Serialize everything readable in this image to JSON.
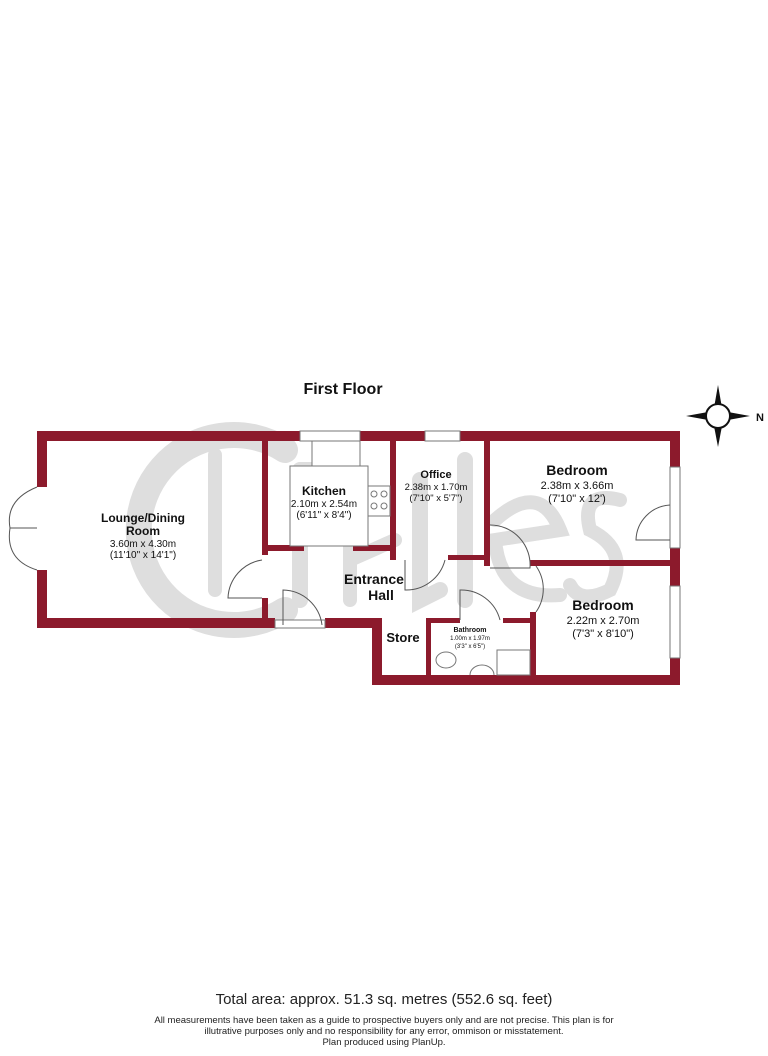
{
  "floor_title": "First Floor",
  "watermark": "Castles",
  "compass": {
    "label": "N",
    "icon": "compass-icon"
  },
  "rooms": {
    "lounge": {
      "name_line1": "Lounge/Dining",
      "name_line2": "Room",
      "metric": "3.60m x 4.30m",
      "imperial": "(11'10\" x 14'1\")"
    },
    "kitchen": {
      "name": "Kitchen",
      "metric": "2.10m x 2.54m",
      "imperial": "(6'11\" x 8'4\")"
    },
    "office": {
      "name": "Office",
      "metric": "2.38m x 1.70m",
      "imperial": "(7'10\" x 5'7\")"
    },
    "bedroom1": {
      "name": "Bedroom",
      "metric": "2.38m x 3.66m",
      "imperial": "(7'10\" x 12')"
    },
    "hall": {
      "name_line1": "Entrance",
      "name_line2": "Hall"
    },
    "store": {
      "name": "Store"
    },
    "bathroom": {
      "name": "Bathroom",
      "metric": "1.00m x 1.97m",
      "imperial": "(3'3\" x 6'5\")"
    },
    "bedroom2": {
      "name": "Bedroom",
      "metric": "2.22m x 2.70m",
      "imperial": "(7'3\" x 8'10\")"
    }
  },
  "colors": {
    "wall": "#8c1a2c",
    "watermark": "#d9d9d9"
  },
  "footer": {
    "total_area": "Total area: approx. 51.3 sq. metres (552.6 sq. feet)",
    "disclaimer_line1": "All measurements have been taken as a guide to prospective buyers only and are not precise. This plan is for",
    "disclaimer_line2": "illutrative purposes only and no responsibility for any error, ommison or misstatement.",
    "disclaimer_line3": "Plan produced using PlanUp."
  }
}
